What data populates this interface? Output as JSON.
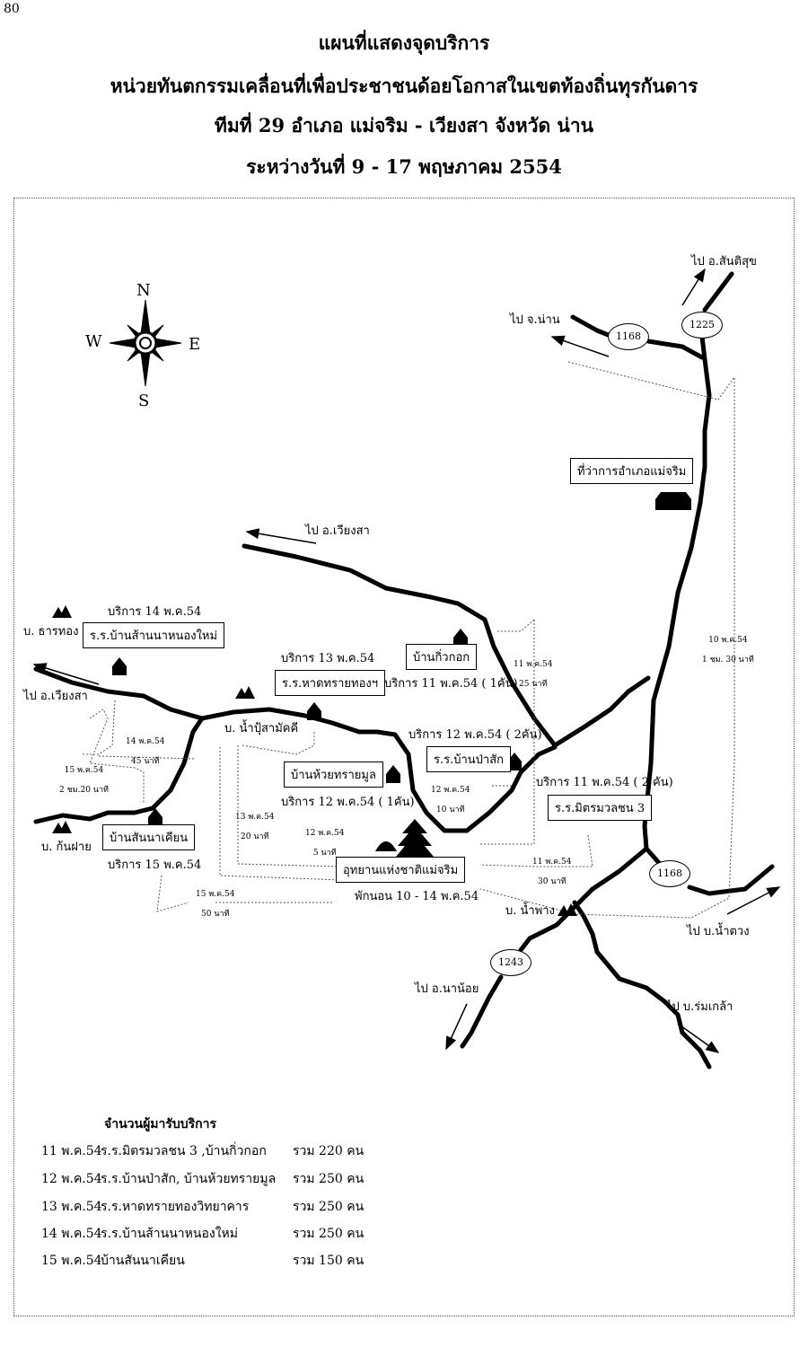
{
  "page_number": "80",
  "title_lines": [
    "แผนที่แสดงจุดบริการ",
    "หน่วยทันตกรรมเคลื่อนที่เพื่อประชาชนด้อยโอกาสในเขตท้องถิ่นทุรกันดาร",
    "ทีมที่ 29 อำเภอ แม่จริม - เวียงสา จังหวัด น่าน",
    "ระหว่างวันที่ 9 - 17 พฤษภาคม 2554"
  ],
  "compass": {
    "n": "N",
    "s": "S",
    "e": "E",
    "w": "W"
  },
  "roads": {
    "r1168a": "1168",
    "r1225": "1225",
    "r1168b": "1168",
    "r1243": "1243"
  },
  "directions": {
    "santisuk": "ไป อ.สันติสุข",
    "nan": "ไป จ.น่าน",
    "wiangsa_n": "ไป อ.เวียงสา",
    "wiangsa_w": "ไป อ.เวียงสา",
    "namtuang": "ไป บ.น้ำตวง",
    "nanoi": "ไป อ.นาน้อย",
    "romklao": "ไป บ.ร่มเกล้า"
  },
  "villages": {
    "tanthong": "บ. ธารทอง",
    "kanfai": "บ. ก้นฝาย",
    "nampusamakkhi": "บ. น้ำปุ้สามัคคี",
    "nampang": "บ. น้ำพาง"
  },
  "boxes": {
    "district_office": "ที่ว่าการอำเภอแม่จริม",
    "sannanongmai": "ร.ร.บ้านส้านนาหนองใหม่",
    "hatsaithong": "ร.ร.หาดทรายทองฯ",
    "kiukok": "บ้านกิ่วกอก",
    "huaisaimun": "บ้านห้วยทรายมูล",
    "pasak": "ร.ร.บ้านป่าสัก",
    "mitmuanchon": "ร.ร.มิตรมวลชน 3",
    "sannakhian": "บ้านสันนาเคียน",
    "park": "อุทยานแห่งชาติแม่จริม"
  },
  "service_labels": {
    "s14": "บริการ 14 พ.ค.54",
    "s13": "บริการ 13 พ.ค.54",
    "s11a": "บริการ 11 พ.ค.54 ( 1คัน)",
    "s12a": "บริการ 12 พ.ค.54 ( 2คัน)",
    "s12b": "บริการ 12 พ.ค.54 ( 1คัน)",
    "s11b": "บริการ 11 พ.ค.54 ( 2 คัน)",
    "s15": "บริการ 15 พ.ค.54",
    "camp": "พักนอน 10 -  14 พ.ค.54"
  },
  "routes": [
    {
      "date": "14 พ.ค.54",
      "time": "45 นาที"
    },
    {
      "date": "15 พ.ค.54",
      "time": "2 ชม.20 นาที"
    },
    {
      "date": "13 พ.ค.54",
      "time": "20 นาที"
    },
    {
      "date": "12 พ.ค.54",
      "time": "5 นาที"
    },
    {
      "date": "15 พ.ค.54",
      "time": "50 นาที"
    },
    {
      "date": "11 พ.ค.54",
      "time": "25 นาที"
    },
    {
      "date": "12 พ.ค.54",
      "time": "10 นาที"
    },
    {
      "date": "11 พ.ค.54",
      "time": "30 นาที"
    },
    {
      "date": "10 พ.ค.54",
      "time": "1 ชม. 30 นาที"
    }
  ],
  "summary": {
    "heading": "จำนวนผู้มารับบริการ",
    "rows": [
      {
        "date": "11 พ.ค.54",
        "place": "ร.ร.มิตรมวลชน 3 ,บ้านกิ่วกอก",
        "total": "รวม  220  คน"
      },
      {
        "date": "12 พ.ค.54",
        "place": "ร.ร.บ้านป่าสัก, บ้านห้วยทรายมูล",
        "total": "รวม  250  คน"
      },
      {
        "date": "13 พ.ค.54",
        "place": "ร.ร.หาดทรายทองวิทยาคาร",
        "total": "รวม  250  คน"
      },
      {
        "date": "14 พ.ค.54",
        "place": "ร.ร.บ้านส้านนาหนองใหม่",
        "total": "รวม  250  คน"
      },
      {
        "date": "15 พ.ค.54",
        "place": "บ้านสันนาเคียน",
        "total": "รวม  150  คน"
      }
    ]
  }
}
